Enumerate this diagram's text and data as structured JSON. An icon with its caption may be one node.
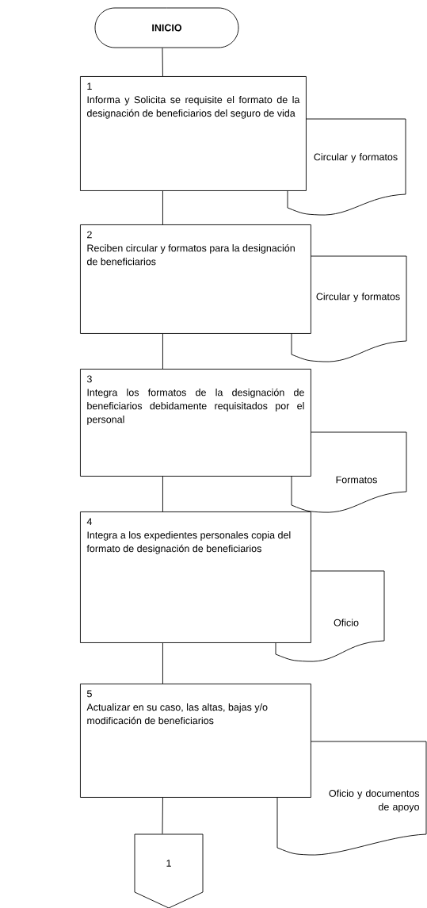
{
  "diagram": {
    "nodes": [
      {
        "text": [
          "INICIO"
        ]
      },
      {
        "text": [
          "1",
          "Informa y Solicita se requisite el formato de la designación de beneficiarios del seguro de vida"
        ]
      },
      {
        "text": [
          "Circular y formatos"
        ]
      },
      {
        "text": [
          "2",
          "Reciben circular y formatos para la designación de beneficiarios"
        ]
      },
      {
        "text": [
          "Circular y formatos"
        ]
      },
      {
        "text": [
          "3",
          "Integra los formatos de la designación de beneficiarios debidamente requisitados por el personal"
        ]
      },
      {
        "text": [
          "Formatos"
        ]
      },
      {
        "text": [
          "4",
          "Integra a los expedientes personales copia del formato de designación de beneficiarios"
        ]
      },
      {
        "text": [
          "Oficio"
        ]
      },
      {
        "text": [
          "5",
          "Actualizar en su caso, las altas, bajas y/o modificación de beneficiarios"
        ]
      },
      {
        "text": [
          "Oficio y documentos de apoyo"
        ]
      },
      {
        "text": [
          "1"
        ]
      }
    ],
    "edges": [
      {
        "from": 0,
        "to": 1,
        "arrow": "none"
      },
      {
        "from": 1,
        "to": 3,
        "arrow": "none"
      },
      {
        "from": 3,
        "to": 5,
        "arrow": "none"
      },
      {
        "from": 5,
        "to": 7,
        "arrow": "none"
      },
      {
        "from": 7,
        "to": 9,
        "arrow": "none"
      },
      {
        "from": 9,
        "to": 11,
        "arrow": "none"
      }
    ]
  }
}
